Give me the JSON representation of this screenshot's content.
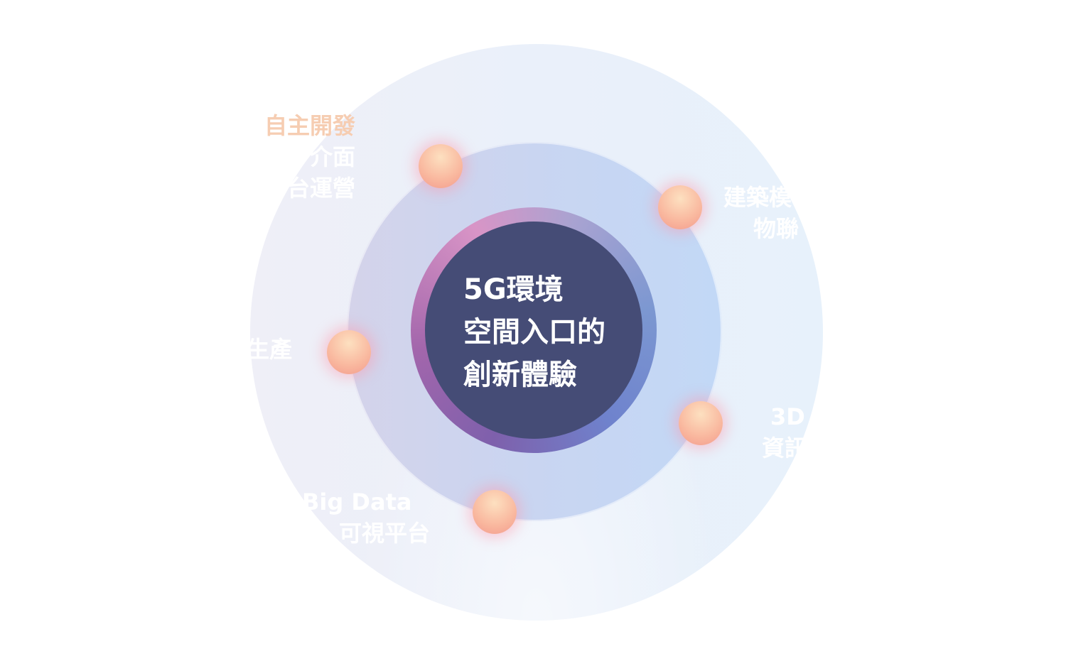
{
  "center": {
    "line1": "5G環境",
    "line2": "空間入口的",
    "line3": "創新體驗"
  },
  "labels": {
    "top_left": {
      "line1": "自主開發",
      "line2": "介面",
      "line3": "台運營"
    },
    "top_right": {
      "line1": "建築模",
      "line2": "物聯"
    },
    "left": {
      "line1": "生產"
    },
    "right": {
      "line1": "3D",
      "line2": "資訊"
    },
    "bottom": {
      "line1": "Big Data",
      "line2": "可視平台"
    }
  },
  "colors": {
    "core": "#454c76",
    "highlight": "#f6cdb2",
    "node": "#f9b79e"
  }
}
